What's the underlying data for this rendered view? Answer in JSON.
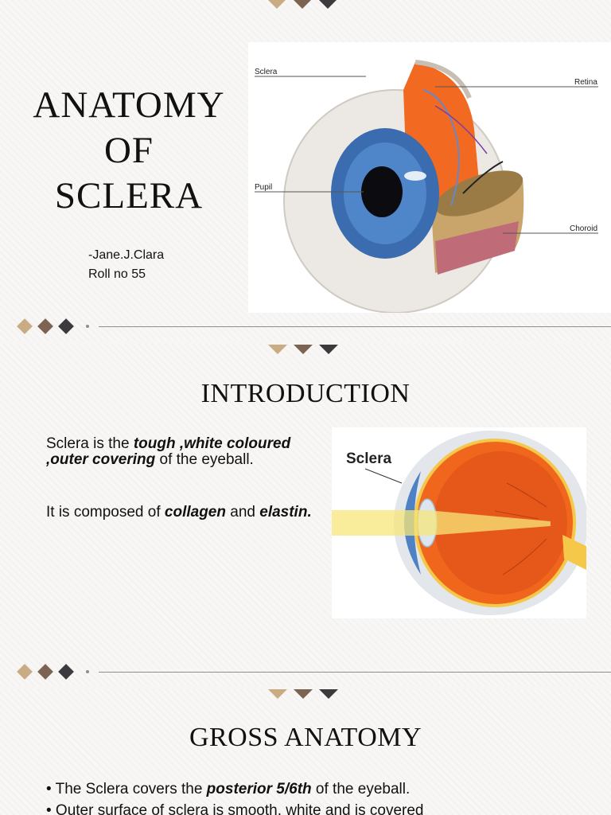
{
  "slide1": {
    "title_lines": [
      "ANATOMY",
      "OF",
      "SCLERA"
    ],
    "author": "-Jane.J.Clara",
    "roll": "Roll no 55",
    "diagram_labels": {
      "sclera": "Sclera",
      "retina": "Retina",
      "pupil": "Pupil",
      "choroid": "Choroid"
    }
  },
  "slide2": {
    "heading": "INTRODUCTION",
    "para1": {
      "t1": "Sclera is the ",
      "b1": "tough ,white coloured ,outer covering",
      "t2": "  of the eyeball."
    },
    "para2": {
      "t1": "It is composed of ",
      "b1": "collagen",
      "t2": " and ",
      "b2": "elastin."
    },
    "diagram_label": "Sclera"
  },
  "slide3": {
    "heading": "GROSS ANATOMY",
    "bullet1": {
      "t1": "• The Sclera covers the ",
      "b1": "posterior 5/6th",
      "t2": " of the eyeball."
    },
    "bullet2": "• Outer surface of sclera is smooth, white and is  covered"
  },
  "colors": {
    "tan": "#c9ab84",
    "brown": "#7d6352",
    "charcoal": "#3c3a3c"
  }
}
